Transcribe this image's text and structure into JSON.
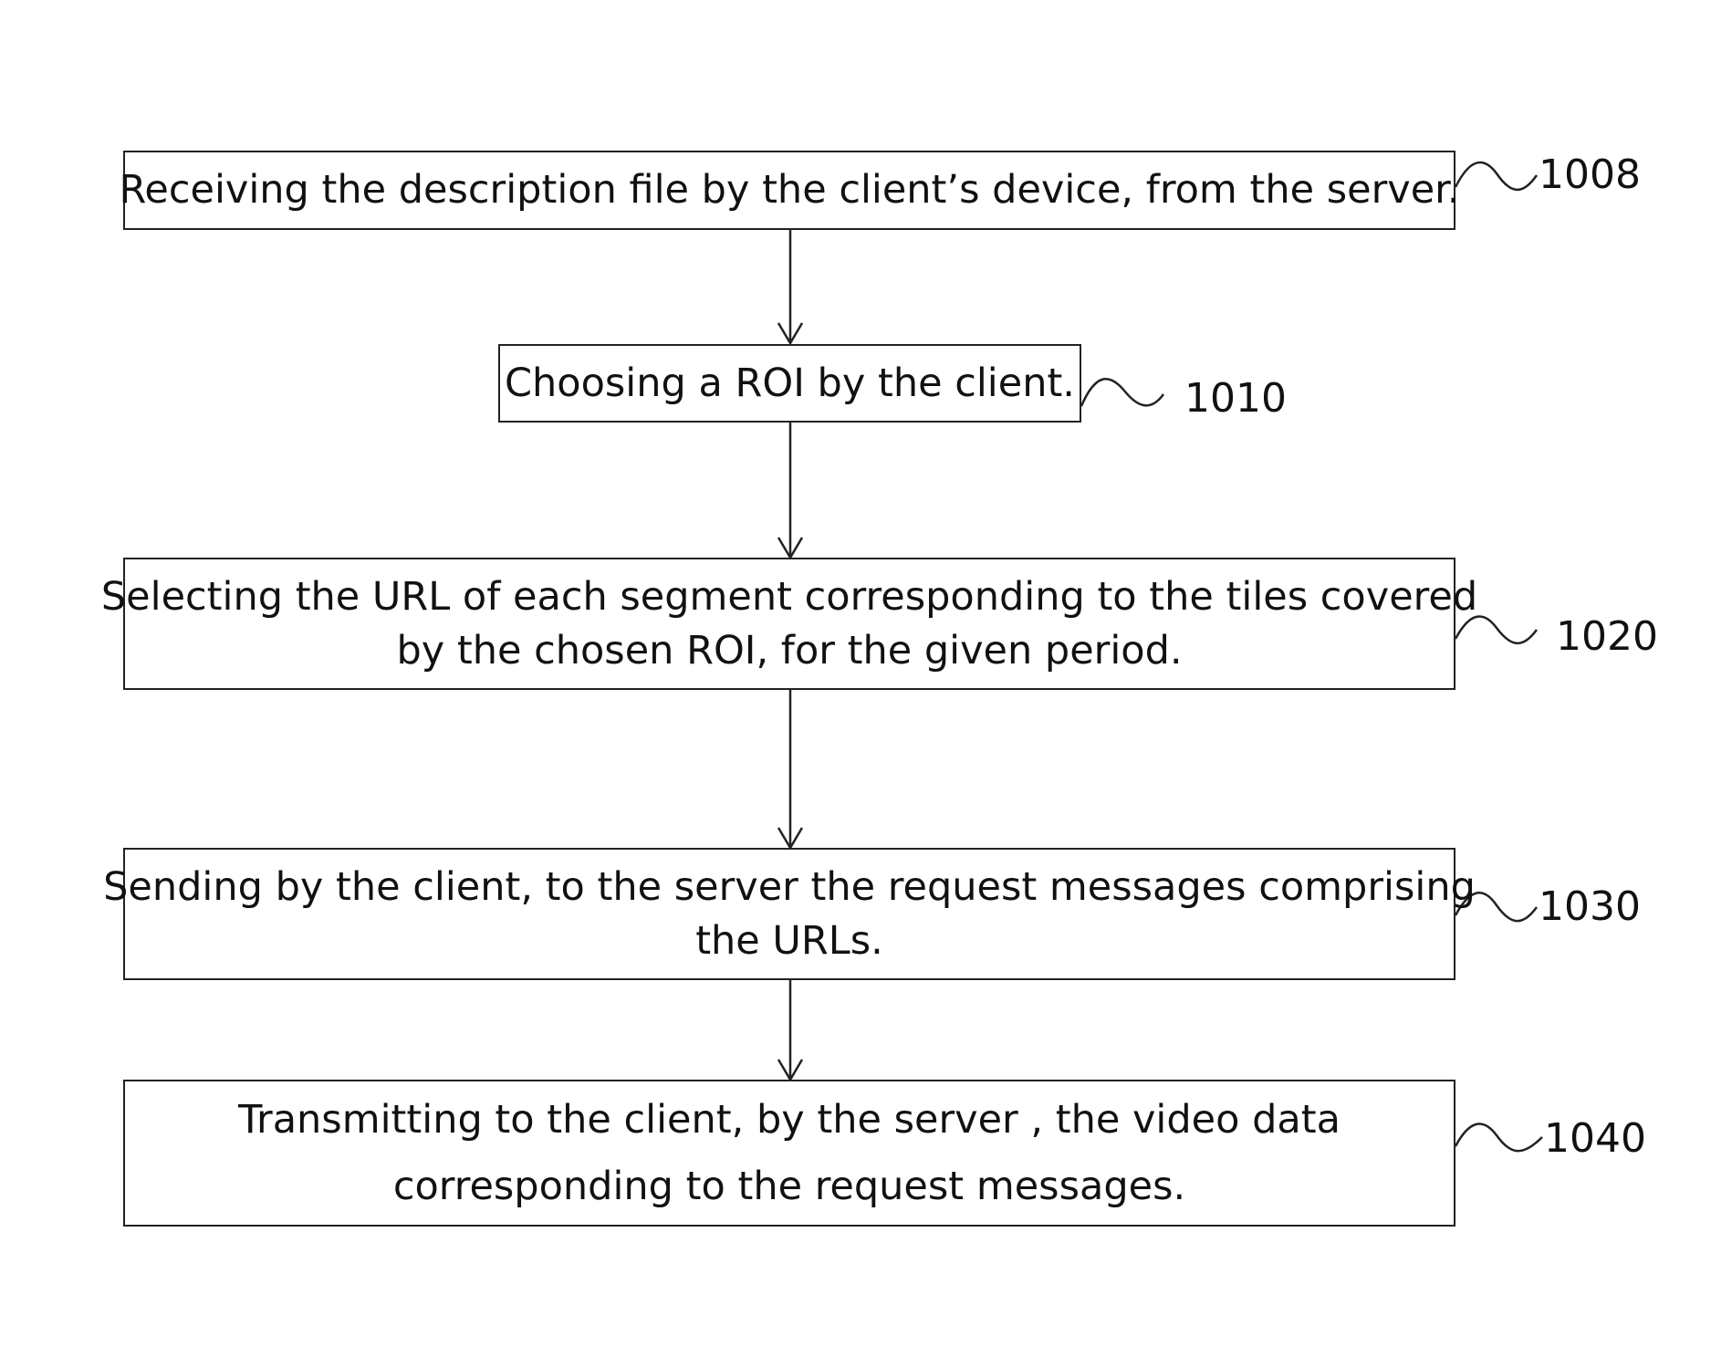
{
  "steps": [
    {
      "id": "1008",
      "lines": [
        "Receiving the description file by the client’s device, from the server."
      ]
    },
    {
      "id": "1010",
      "lines": [
        "Choosing a ROI by the client."
      ]
    },
    {
      "id": "1020",
      "lines": [
        "Selecting the URL of each segment corresponding to the tiles covered",
        "by the chosen ROI, for the given period."
      ]
    },
    {
      "id": "1030",
      "lines": [
        "Sending by the client, to the server the request messages comprising",
        "the URLs."
      ]
    },
    {
      "id": "1040",
      "lines": [
        "Transmitting to the client, by the server , the video data",
        "corresponding to the request messages."
      ]
    }
  ],
  "colors": {
    "stroke": "#222222",
    "text": "#111111",
    "background": "#ffffff"
  }
}
